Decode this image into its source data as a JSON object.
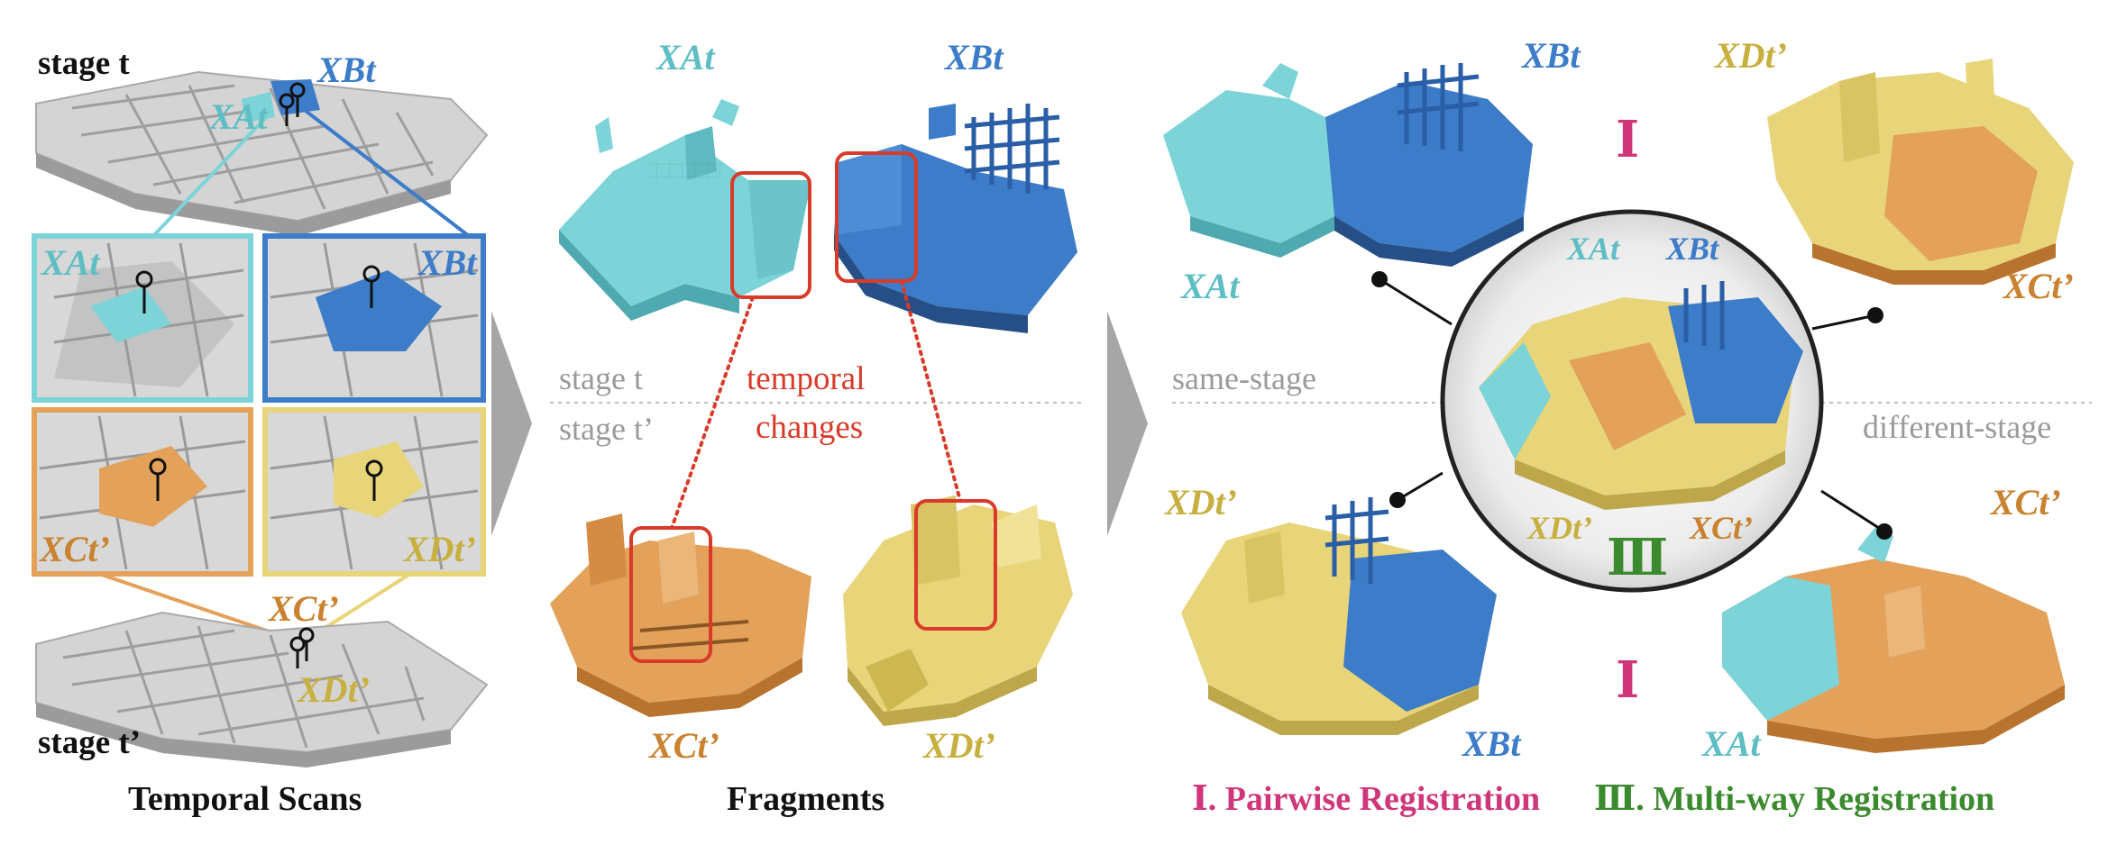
{
  "colors": {
    "cyan": "#7cd3d8",
    "blue": "#3c7cc8",
    "orange": "#e3a15a",
    "yellow": "#e8d479",
    "red": "#d83b2a",
    "gray_text": "#9a9a9a",
    "pink": "#d0367a",
    "green": "#3b8a2e"
  },
  "panel_scans": {
    "stage_top": "stage t",
    "stage_bottom": "stage t’",
    "caption": "Temporal Scans",
    "labels": {
      "xa_top": "XAt",
      "xb_top": "XBt",
      "xa_inset": "XAt",
      "xb_inset": "XBt",
      "xc_inset": "XCt’",
      "xd_inset": "XDt’",
      "xc_bottom": "XCt’",
      "xd_bottom": "XDt’"
    }
  },
  "panel_fragments": {
    "caption": "Fragments",
    "stage_t": "stage t",
    "stage_t_prime": "stage t’",
    "temporal_line1": "temporal",
    "temporal_line2": "changes",
    "labels": {
      "xa": "XAt",
      "xb": "XBt",
      "xc": "XCt’",
      "xd": "XDt’"
    }
  },
  "panel_registration": {
    "same_stage": "same-stage",
    "different_stage": "different-stage",
    "roman_pairwise": "Ⅰ",
    "roman_multiway": "Ⅲ",
    "legend_pairwise": "Ⅰ. Pairwise Registration",
    "legend_multiway": "Ⅲ. Multi-way Registration",
    "labels": {
      "tl_xb": "XBt",
      "tl_xa": "XAt",
      "tr_xd": "XDt’",
      "tr_xc": "XCt’",
      "bl_xd": "XDt’",
      "bl_xb": "XBt",
      "br_xc": "XCt’",
      "br_xa": "XAt",
      "c_xa": "XAt",
      "c_xb": "XBt",
      "c_xd": "XDt’",
      "c_xc": "XCt’"
    }
  }
}
